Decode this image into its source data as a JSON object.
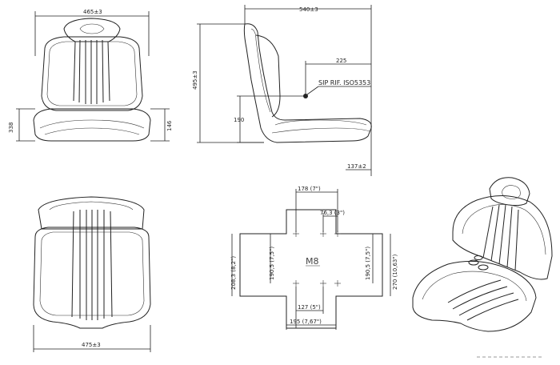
{
  "front_view": {
    "width_label": "465±3",
    "height_left_label": "338",
    "height_right_label": "146"
  },
  "side_view": {
    "depth_label": "540±3",
    "height_label": "495±3",
    "sip_offset_label": "225",
    "sip_label": "SIP RIF. ISO5353",
    "sip_height_label": "190",
    "rail_label": "137±2"
  },
  "top_view": {
    "width_label": "475±3"
  },
  "mounting": {
    "center_label": "M8",
    "top_width_label": "178 (7\")",
    "top_small_label": "76,3 (3\")",
    "left_outer_label": "208,3 (8,2\")",
    "left_inner_label": "190,5 (7,5\")",
    "right_inner_label": "190,5 (7,5\")",
    "right_outer_label": "270 (10,63\")",
    "bottom_inner_label": "127 (5\")",
    "bottom_outer_label": "195 (7,67\")"
  }
}
